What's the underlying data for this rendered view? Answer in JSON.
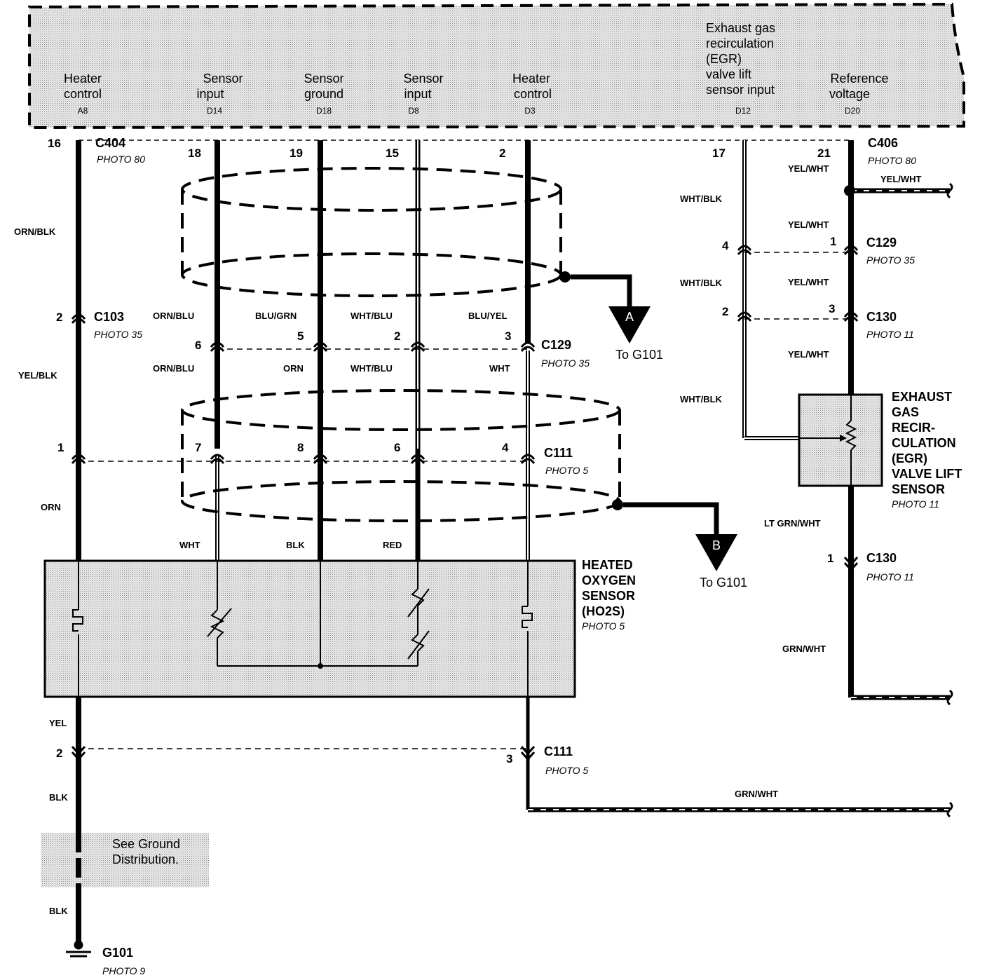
{
  "ecm_pins": [
    {
      "function": [
        "Heater",
        "control"
      ],
      "pin": "A8"
    },
    {
      "function": [
        "Sensor",
        "input"
      ],
      "pin": "D14"
    },
    {
      "function": [
        "Sensor",
        "ground"
      ],
      "pin": "D18"
    },
    {
      "function": [
        "Sensor",
        "input"
      ],
      "pin": "D8"
    },
    {
      "function": [
        "Heater",
        "control"
      ],
      "pin": "D3"
    },
    {
      "function": [
        "Exhaust gas",
        "recirculation",
        "(EGR)",
        "valve lift",
        "sensor input"
      ],
      "pin": "D12"
    },
    {
      "function": [
        "Reference",
        "voltage"
      ],
      "pin": "D20"
    }
  ],
  "connectors": {
    "c404": {
      "name": "C404",
      "photo": "PHOTO 80",
      "pin": "16"
    },
    "c406": {
      "name": "C406",
      "photo": "PHOTO 80",
      "pin": "21"
    },
    "c103": {
      "name": "C103",
      "photo": "PHOTO 35",
      "pin": "2"
    },
    "c129_main": {
      "name": "C129",
      "photo": "PHOTO 35",
      "pins": [
        "6",
        "5",
        "2",
        "3"
      ]
    },
    "c111_main": {
      "name": "C111",
      "photo": "PHOTO 5",
      "pins": [
        "1",
        "7",
        "8",
        "6",
        "4"
      ]
    },
    "c129_egr": {
      "name": "C129",
      "photo": "PHOTO 35",
      "pins": [
        "4",
        "1"
      ]
    },
    "c130_egr": {
      "name": "C130",
      "photo": "PHOTO 11",
      "pins": [
        "2",
        "3"
      ]
    },
    "c130_lower": {
      "name": "C130",
      "photo": "PHOTO 11",
      "pin": "1"
    },
    "c111_lower": {
      "name": "C111",
      "photo": "PHOTO 5",
      "pins": [
        "2",
        "3"
      ]
    },
    "ecm_top_pins": [
      "18",
      "19",
      "15",
      "2",
      "17"
    ]
  },
  "wires": {
    "orn_blk": "ORN/BLK",
    "yel_blk": "YEL/BLK",
    "orn": "ORN",
    "orn_blu_1": "ORN/BLU",
    "blu_grn": "BLU/GRN",
    "wht_blu_1": "WHT/BLU",
    "blu_yel": "BLU/YEL",
    "orn_blu_2": "ORN/BLU",
    "orn_2": "ORN",
    "wht_blu_2": "WHT/BLU",
    "wht_1": "WHT",
    "wht_2": "WHT",
    "blk_1": "BLK",
    "red": "RED",
    "wht_blk_1": "WHT/BLK",
    "wht_blk_2": "WHT/BLK",
    "wht_blk_3": "WHT/BLK",
    "yel_wht_1": "YEL/WHT",
    "yel_wht_branch": "YEL/WHT",
    "yel_wht_2": "YEL/WHT",
    "yel_wht_3": "YEL/WHT",
    "yel_wht_4": "YEL/WHT",
    "lt_grn_wht": "LT GRN/WHT",
    "grn_wht_1": "GRN/WHT",
    "grn_wht_2": "GRN/WHT",
    "yel": "YEL",
    "blk_2": "BLK",
    "blk_3": "BLK"
  },
  "components": {
    "ho2s": {
      "lines": [
        "HEATED",
        "OXYGEN",
        "SENSOR",
        "(HO2S)"
      ],
      "photo": "PHOTO 5"
    },
    "egr_sensor": {
      "lines": [
        "EXHAUST",
        "GAS",
        "RECIR-",
        "CULATION",
        "(EGR)",
        "VALVE LIFT",
        "SENSOR"
      ],
      "photo": "PHOTO 11"
    }
  },
  "ground_refs": {
    "a": {
      "letter": "A",
      "label": "To G101"
    },
    "b": {
      "letter": "B",
      "label": "To G101"
    }
  },
  "ground_note": [
    "See Ground",
    "Distribution."
  ],
  "ground": {
    "name": "G101",
    "photo": "PHOTO 9"
  }
}
